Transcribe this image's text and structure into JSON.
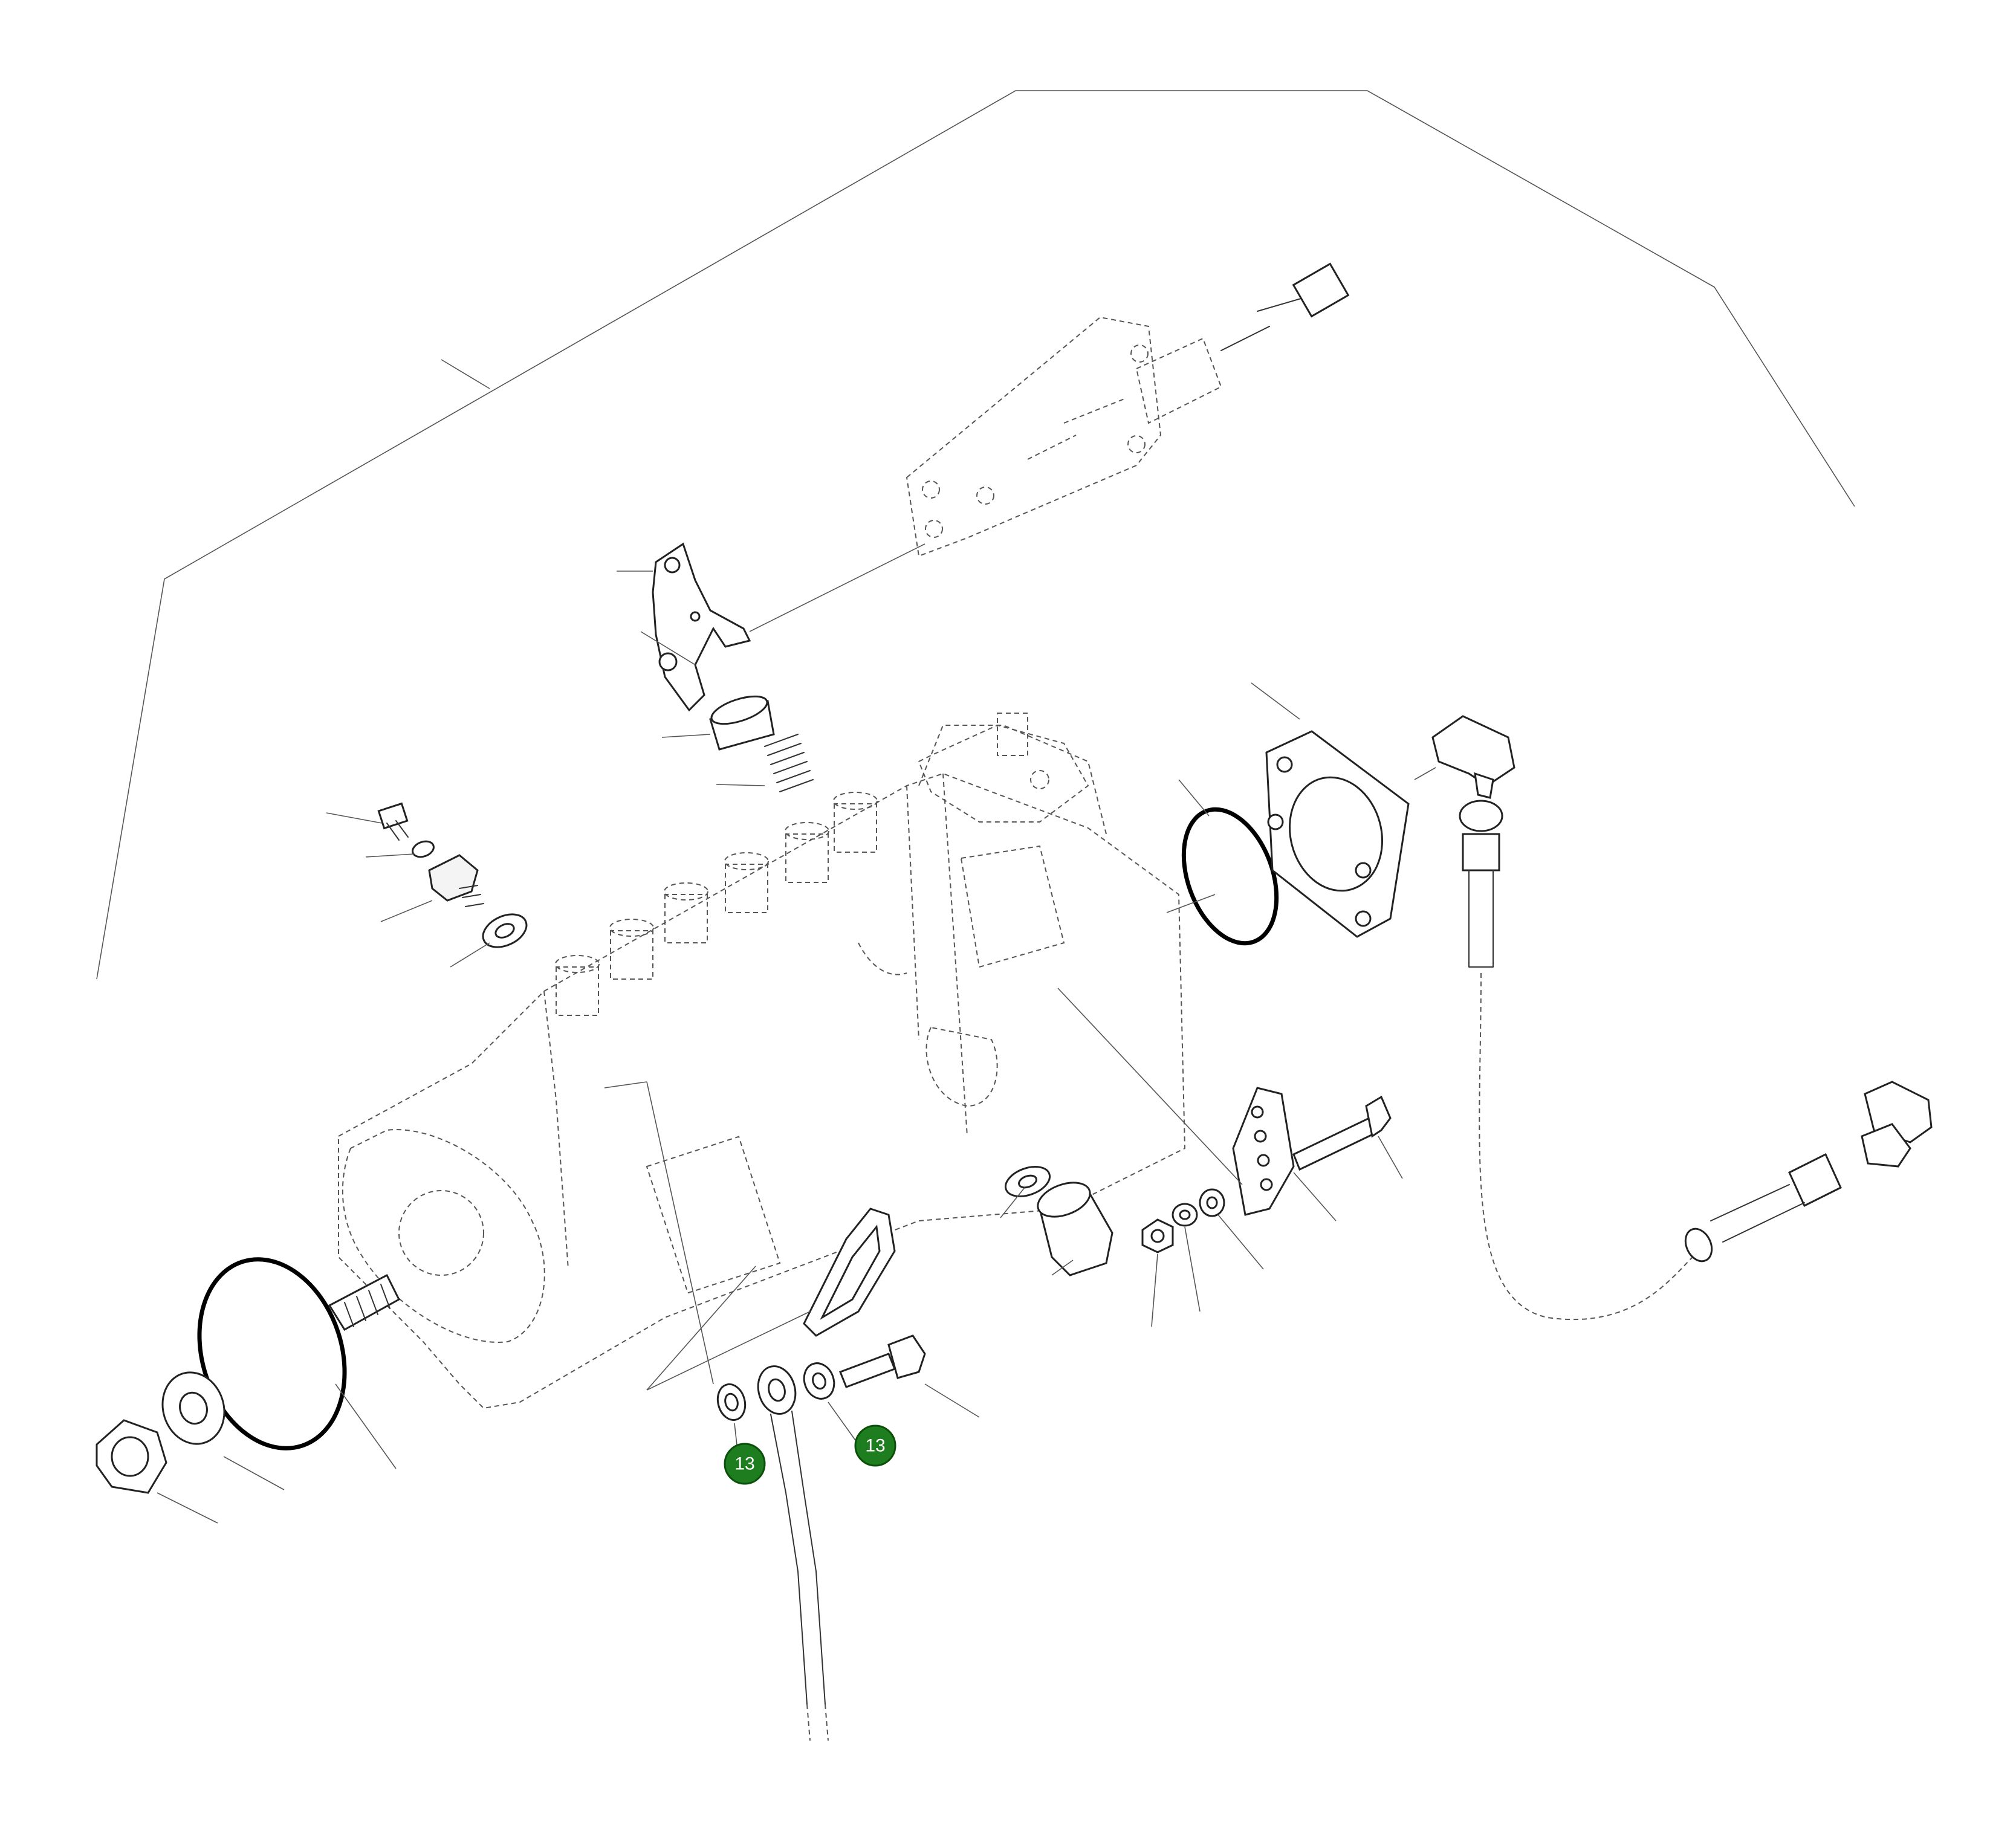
{
  "diagram": {
    "callouts": [
      {
        "id": "callout-13-left",
        "label": "13"
      },
      {
        "id": "callout-13-right",
        "label": "13"
      }
    ],
    "colors": {
      "callout_fill": "#1e7d1e",
      "callout_text": "#ffffff",
      "line": "#333333",
      "background": "#ffffff"
    }
  }
}
